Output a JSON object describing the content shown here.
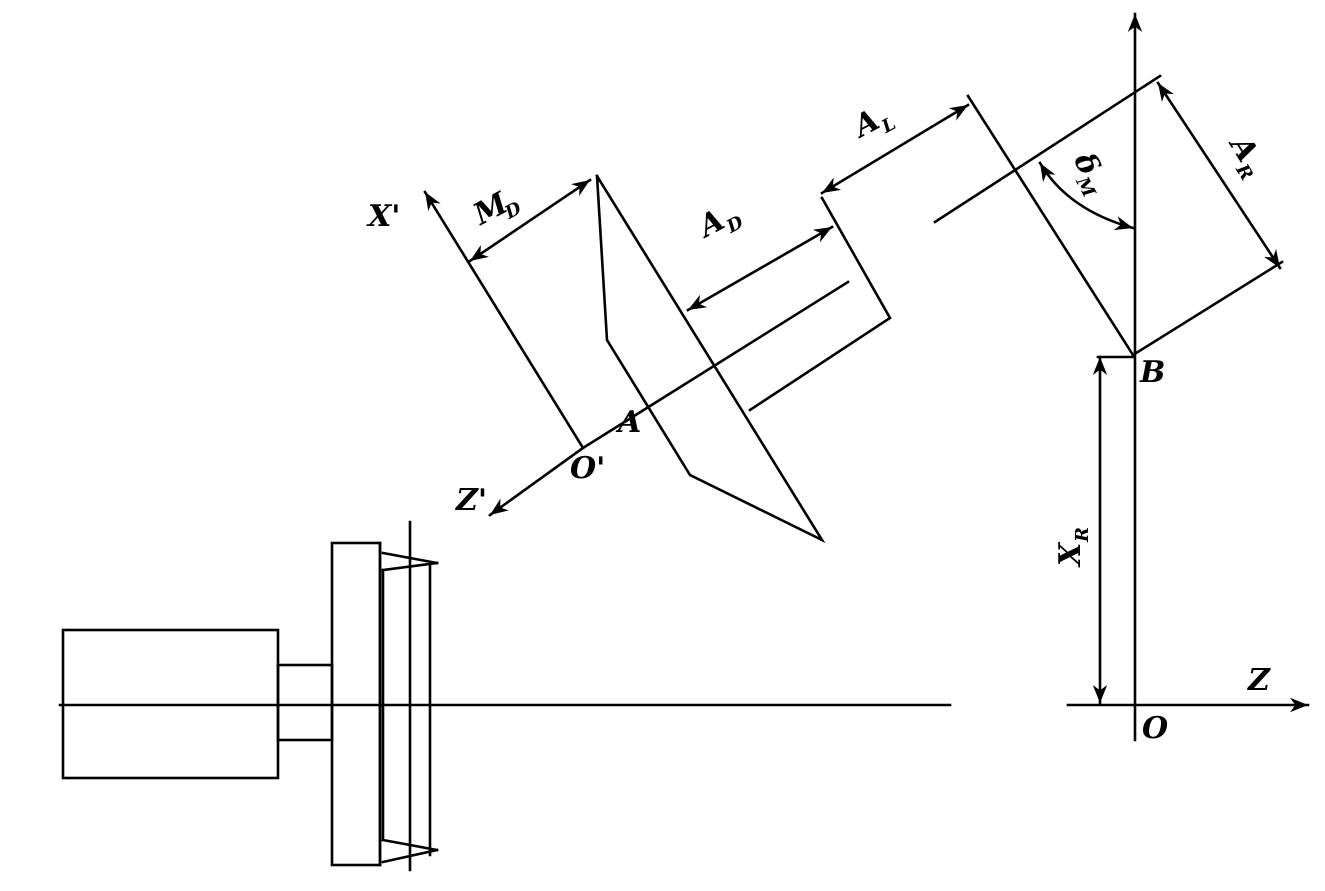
{
  "diagram": {
    "colors": {
      "stroke": "#000000",
      "background": "#ffffff"
    },
    "labels": {
      "x_prime": "X'",
      "z_prime": "Z'",
      "o_prime": "O'",
      "point_a": "A",
      "point_b": "B",
      "origin": "O",
      "axis_z": "Z",
      "m_d": {
        "base": "M",
        "sub": "D"
      },
      "a_d": {
        "base": "A",
        "sub": "D"
      },
      "a_l": {
        "base": "A",
        "sub": "L"
      },
      "a_r": {
        "base": "A",
        "sub": "R"
      },
      "delta_m": {
        "base": "δ",
        "sub": "M"
      },
      "x_r": {
        "base": "X",
        "sub": "R"
      }
    }
  }
}
